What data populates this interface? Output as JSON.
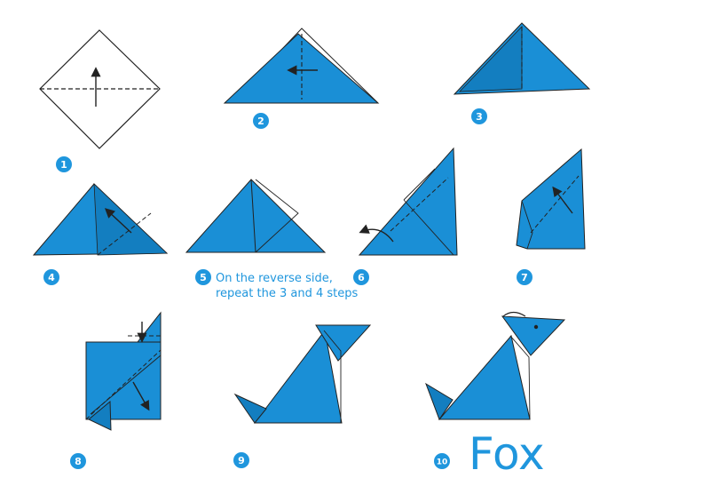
{
  "colors": {
    "paper": "#1a8fd6",
    "paper_dark": "#137ec0",
    "line": "#222222",
    "accent": "#1f96dd"
  },
  "steps": [
    {
      "label": "1"
    },
    {
      "label": "2"
    },
    {
      "label": "3"
    },
    {
      "label": "4"
    },
    {
      "label": "5"
    },
    {
      "label": "6"
    },
    {
      "label": "7"
    },
    {
      "label": "8"
    },
    {
      "label": "9"
    },
    {
      "label": "10"
    }
  ],
  "instruction": {
    "line1": "On the reverse side,",
    "line2": "repeat the 3 and 4 steps"
  },
  "title": "Fox"
}
